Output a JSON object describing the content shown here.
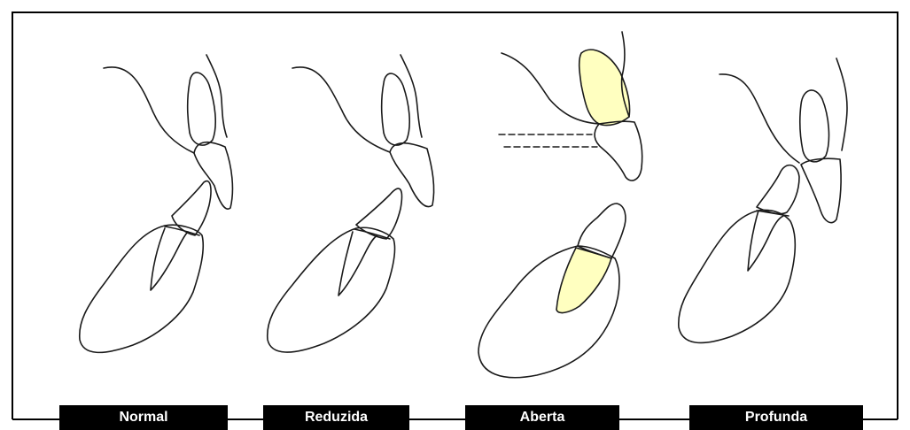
{
  "labels": {
    "normal": "Normal",
    "reduzida": "Reduzida",
    "aberta": "Aberta",
    "profunda": "Profunda"
  },
  "colors": {
    "outline": "#1a1a1a",
    "highlight": "#ffffc0",
    "frame": "#000000",
    "label_bg": "#000000",
    "label_text": "#ffffff"
  }
}
